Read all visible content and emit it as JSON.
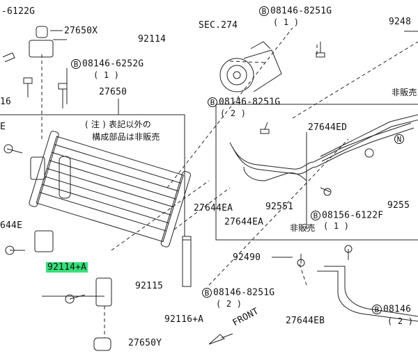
{
  "labels": {
    "p_6122g": "-6122G",
    "p_27650x": "27650X",
    "p_92114_top": "92114",
    "bolt_6252g": "08146-6252G",
    "bolt_6252g_qty": "( 1 )",
    "p_16": "16",
    "p_27650": "27650",
    "p_e": "E",
    "note_line1": "( 注 ) 表記以外の",
    "note_line2": "構成部品は非販売",
    "p_644e": "644E",
    "p_92114a": "92114+A",
    "p_92115": "92115",
    "p_92116a": "92116+A",
    "p_27650y": "27650Y",
    "front": "FRONT",
    "sec274": "SEC.274",
    "bolt_8251g_top": "08146-8251G",
    "bolt_8251g_top_qty": "( 1 )",
    "bolt_8251g_mid": "08146-8251G",
    "bolt_8251g_mid_qty": "( 2 )",
    "p_27644ed": "27644ED",
    "p_27644ea_1": "27644EA",
    "p_27644ea_2": "27644EA",
    "p_92551": "92551",
    "hanbai": "非販売",
    "bolt_6122f": "08156-6122F",
    "bolt_6122f_qty": "( 1 )",
    "p_92490": "92490",
    "bolt_8251g_bot": "08146-8251G",
    "bolt_8251g_bot_qty": "( 2 )",
    "p_27644eb": "27644EB",
    "bolt_08146_right": "08146",
    "bolt_right_qty": "( 2 )",
    "p_9248": "9248",
    "hanbai_right": "非販売",
    "p_9255": "9255",
    "n_marker": "N",
    "b_marker": "B"
  },
  "highlight_color": "#37e07a"
}
